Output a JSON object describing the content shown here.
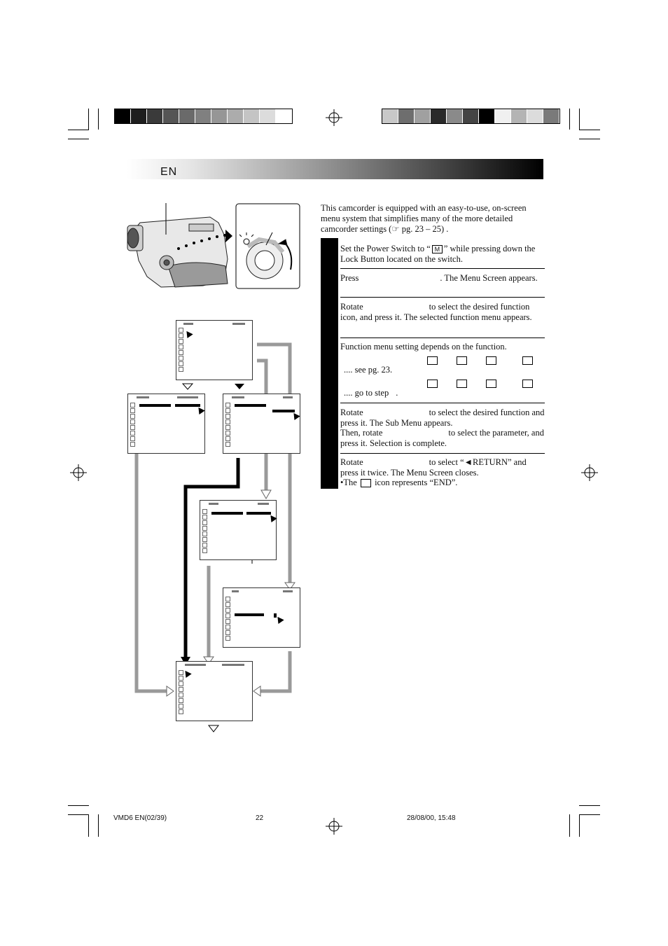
{
  "header": {
    "language_tag": "EN"
  },
  "intro": {
    "text": "This camcorder is equipped with an easy-to-use, on-screen menu system that simplifies many of the more detailed camcorder settings (",
    "ref": "☞ pg. 23 – 25) ."
  },
  "steps": [
    {
      "text_a": "Set the Power Switch to “",
      "mode_icon": "M",
      "text_b": "” while pressing down the Lock Button located on the switch."
    },
    {
      "text_a": "Press",
      "text_b": ". The Menu Screen appears."
    },
    {
      "text_a": "Rotate",
      "text_b": "to select the desired function icon, and press it. The selected function menu appears."
    },
    {
      "line1": "Function menu setting depends on the function.",
      "see": ".... see pg. 23.",
      "goto": ".... go to step",
      "goto_tail": "."
    },
    {
      "text_a": "Rotate",
      "text_b": "to select the desired function and press it. The Sub Menu appears.",
      "text_c": "Then, rotate",
      "text_d": "to select the parameter, and press it. Selection is complete."
    },
    {
      "text_a": "Rotate",
      "text_b": "to select “◄RETURN” and press it twice. The Menu Screen closes.",
      "note_a": "•The",
      "note_b": "icon represents “END”."
    }
  ],
  "footer": {
    "file": "VMD6 EN(02/39)",
    "page": "22",
    "datetime": "28/08/00, 15:48"
  },
  "colors": {
    "header_gradient_end": "#000000",
    "gray_arrow": "#9a9a9a"
  }
}
